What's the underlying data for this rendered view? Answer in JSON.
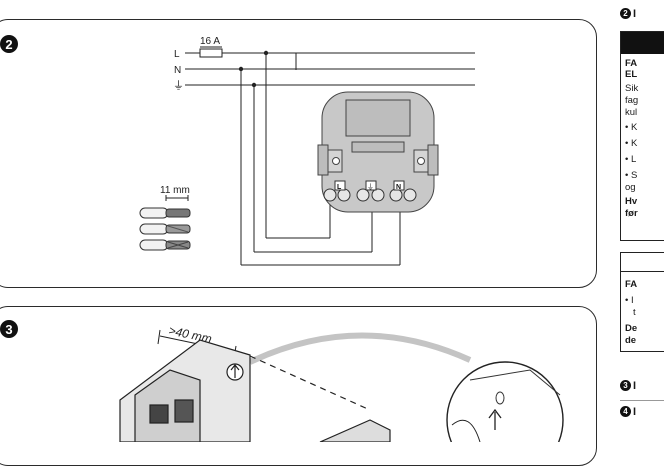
{
  "step2": {
    "badge": "2",
    "fuse_label": "16 A",
    "line_L": "L",
    "line_N": "N",
    "ground_symbol": "⏚",
    "strip_length": "11 mm",
    "terminal_L": "L",
    "terminal_N": "N",
    "terminal_ground": "⏚"
  },
  "step3": {
    "badge": "3",
    "depth_label": ">40 mm"
  },
  "right_column": {
    "heading_num": "2",
    "heading": "I",
    "box1_title_line1": "FA",
    "box1_title_line2": "EL",
    "box1_lines": [
      "Sik",
      "fag",
      "kul"
    ],
    "bullets": [
      "• K",
      "• K",
      "• L",
      "• S"
    ],
    "after_bullets": "og",
    "bold_line1": "Hv",
    "bold_line2": "før",
    "box2_title": "FA",
    "box2_bullet1": "• I",
    "box2_bullet2": "t",
    "box2_bold1": "De",
    "box2_bold2": "de",
    "note3_num": "3",
    "note3": "I",
    "note4_num": "4",
    "note4": "I"
  }
}
